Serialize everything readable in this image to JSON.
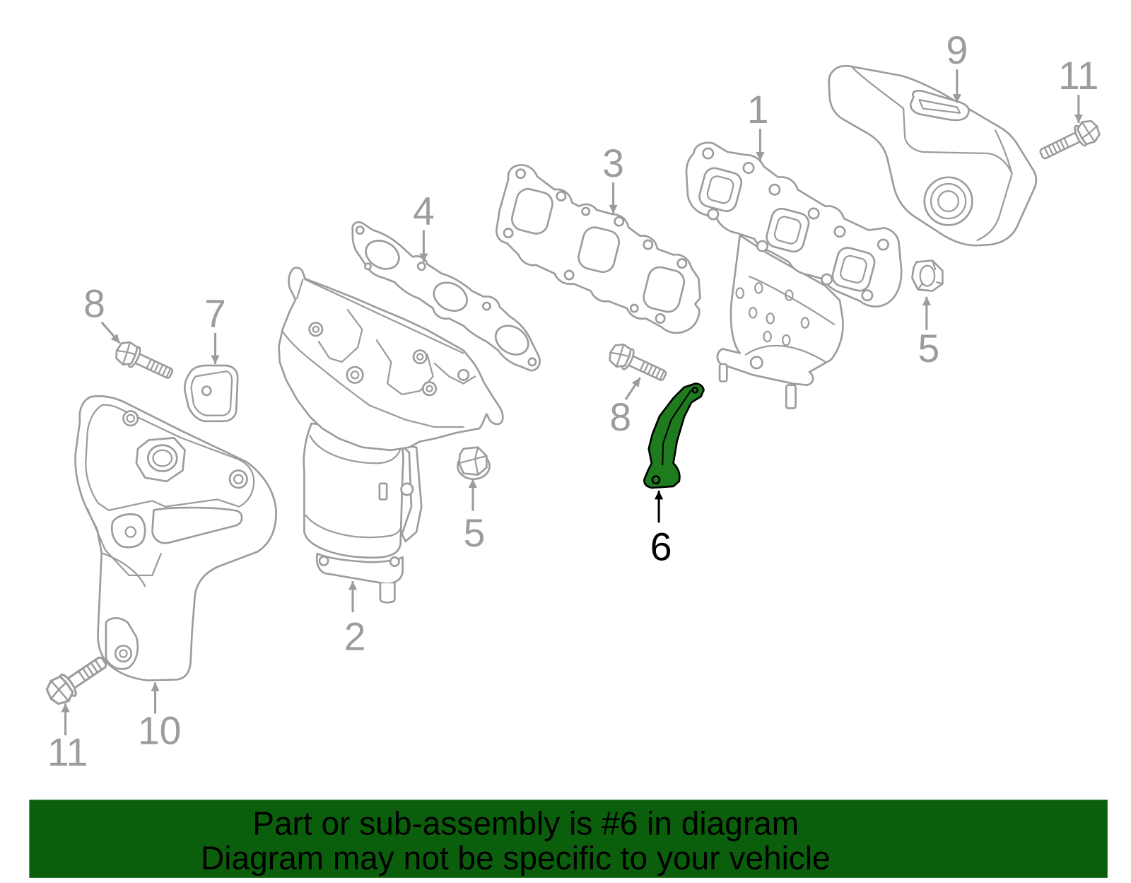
{
  "diagram": {
    "callouts": {
      "part_1": "1",
      "part_2": "2",
      "part_3": "3",
      "part_4": "4",
      "part_5_right": "5",
      "part_5_middle": "5",
      "part_6": "6",
      "part_7": "7",
      "part_8_left": "8",
      "part_8_middle": "8",
      "part_9": "9",
      "part_10": "10",
      "part_11_top": "11",
      "part_11_bottom": "11"
    }
  },
  "banner": {
    "line1": "Part or sub-assembly is #6 in diagram",
    "line2": "Diagram may not be specific to your vehicle"
  },
  "colors": {
    "background": "#ffffff",
    "line": "#9c9c9c",
    "callout": "#9c9c9c",
    "highlight_fill": "#1e7b1e",
    "highlight_callout": "#000000",
    "banner_background": "#0b5e0b",
    "banner_text": "#000000"
  }
}
